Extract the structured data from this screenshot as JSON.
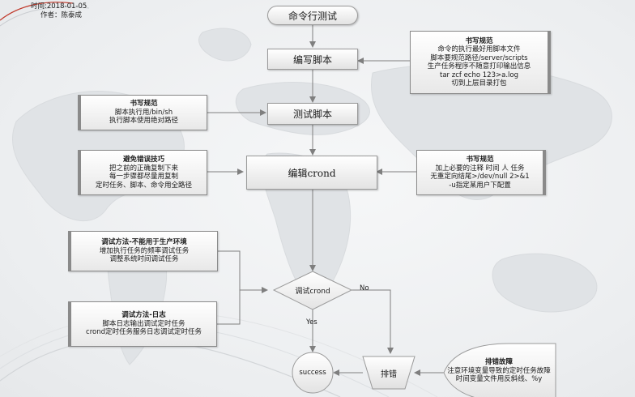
{
  "header": {
    "time_line": "时间:2018-01-05",
    "author_line": "作者：陈泰成"
  },
  "flow": {
    "title": "命令行测试",
    "step_write": "编写脚本",
    "step_test": "测试脚本",
    "step_crond": "编辑crond",
    "decision": "调试crond",
    "no_label": "No",
    "yes_label": "Yes",
    "troubleshoot": "排错",
    "success": "success"
  },
  "notes": {
    "write_rules_1": {
      "title": "书写规范",
      "lines": [
        "命令的执行最好用脚本文件",
        "脚本要规范路径/server/scripts",
        "生产任务程序不随意打印输出信息",
        "tar zcf echo 123>a.log",
        "切到上层目录打包"
      ]
    },
    "write_rules_2": {
      "title": "书写规范",
      "lines": [
        "脚本执行用/bin/sh",
        "执行脚本使用绝对路径"
      ]
    },
    "avoid_errors": {
      "title": "避免错误技巧",
      "lines": [
        "把之前的正确复制下来",
        "每一步骤都尽量用复制",
        "定时任务、脚本、命令用全路径"
      ]
    },
    "write_rules_3": {
      "title": "书写规范",
      "lines": [
        "加上必要的注释 时间 人 任务",
        "无重定向结尾>/dev/null 2>&1",
        "-u指定某用户下配置"
      ]
    },
    "debug_freq": {
      "title": "调试方法-不能用于生产环境",
      "lines": [
        "增加执行任务的频率调试任务",
        "调整系统时间调试任务"
      ]
    },
    "debug_log": {
      "title": "调试方法-日志",
      "lines": [
        "脚本日志输出调试定时任务",
        "crond定时任务服务日志调试定时任务"
      ]
    },
    "fault": {
      "title": "排错故障",
      "lines": [
        "注意环境变量导致的定时任务故障",
        "时间变量文件用反斜线、%y"
      ]
    }
  },
  "colors": {
    "line": "#7f7f7f",
    "accent_red": "#c0392b"
  }
}
